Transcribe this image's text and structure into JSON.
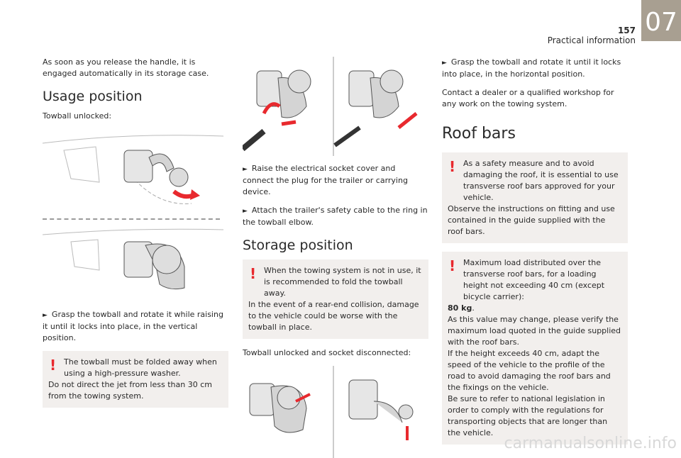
{
  "header": {
    "page_number": "157",
    "section": "Practical information",
    "chapter_tab": "07"
  },
  "col1": {
    "intro": "As soon as you release the handle, it is engaged automatically in its storage case.",
    "h_usage": "Usage position",
    "towball_unlocked": "Towball unlocked:",
    "step_grasp": "Grasp the towball and rotate it while raising it until it locks into place, in the vertical position.",
    "warn_line1": "The towball must be folded away when using a high-pressure washer.",
    "warn_line2": "Do not direct the jet from less than 30 cm from the towing system."
  },
  "col2": {
    "step_raise": "Raise the electrical socket cover and connect the plug for the trailer or carrying device.",
    "step_attach": "Attach the trailer's safety cable to the ring in the towball elbow.",
    "h_storage": "Storage position",
    "warn_line1": "When the towing system is not in use, it is recommended to fold the towball away.",
    "warn_line2": "In the event of a rear-end collision, damage to the vehicle could be worse with the towball in place.",
    "unlocked_disconnected": "Towball unlocked and socket disconnected:"
  },
  "col3": {
    "step_grasp": "Grasp the towball and rotate it until it locks into place, in the horizontal position.",
    "contact": "Contact a dealer or a qualified workshop for any work on the towing system.",
    "h_roof": "Roof bars",
    "warn1_line1": "As a safety measure and to avoid damaging the roof, it is essential to use transverse roof bars approved for your vehicle.",
    "warn1_line2": "Observe the instructions on fitting and use contained in the guide supplied with the roof bars.",
    "warn2_line1": "Maximum load distributed over the transverse roof bars, for a loading height not exceeding 40 cm (except bicycle carrier):",
    "warn2_bold": "80 kg",
    "warn2_line2": "As this value may change, please verify the maximum load quoted in the guide supplied with the roof bars.",
    "warn2_line3": "If the height exceeds 40 cm, adapt the speed of the vehicle to the profile of the road to avoid damaging the roof bars and the fixings on the vehicle.",
    "warn2_line4": "Be sure to refer to national legislation in order to comply with the regulations for transporting objects that are longer than the vehicle."
  },
  "footer": {
    "watermark": "carmanualsonline.info"
  },
  "colors": {
    "warning_red": "#e8292e",
    "tab_bg": "#a89f91",
    "warn_bg": "#f2efed"
  }
}
